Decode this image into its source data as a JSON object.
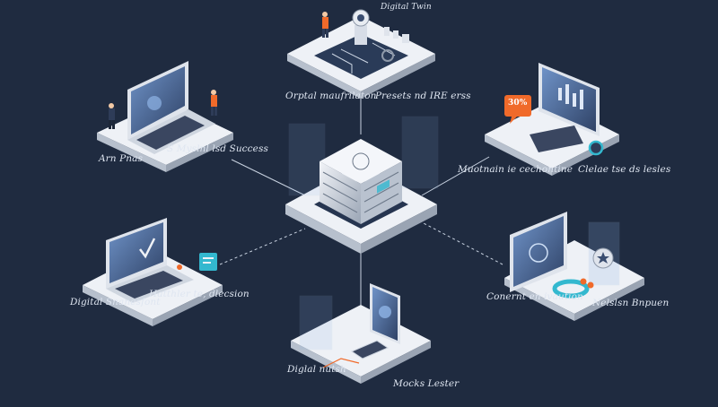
{
  "colors": {
    "background": "#1f2b40",
    "platform_top": "#eef1f6",
    "platform_side": "#b7c0cd",
    "screen": "#3a4d70",
    "screen_glow": "#8fb4e6",
    "accent_orange": "#f06a2a",
    "accent_teal": "#33b8cf",
    "connector": "#c8d2e0"
  },
  "icons": [
    "laptop-icon",
    "monitor-icon",
    "server-cube-icon",
    "person-icon",
    "robot-arm-icon",
    "tablet-icon",
    "bar-chart-icon",
    "speech-bubble-icon",
    "checkmark-icon"
  ],
  "labels": {
    "top_tag": "Digital Twin",
    "top_left": "Orptal maufrilaton",
    "top_right": "Presets nd IRE erss",
    "left_top_a": "Arn Pnas",
    "left_top_b": "S Myslnl lsd Success",
    "right_top_a": "Muotnain ie cechontine",
    "right_top_b": "Clelae tse ds lesles",
    "right_top_badge": "30%",
    "left_bottom_a": "Digital Snanesfont",
    "left_bottom_b": "Hatthler te, dlecsion",
    "right_bottom_a": "Conernt en ivaution",
    "right_bottom_b": "Nelslsn Bnpuen",
    "bottom_a": "Diglal nutsh",
    "bottom_b": "Mocks Lester"
  }
}
